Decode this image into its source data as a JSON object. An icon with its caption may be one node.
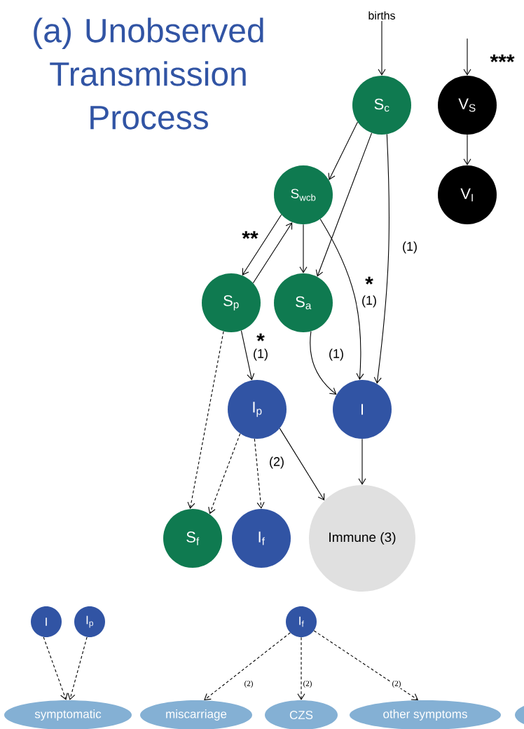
{
  "diagram": {
    "title": "(a) Unobserved Transmission Process",
    "nodes": [
      {
        "text": [
          "births"
        ]
      },
      {
        "text": [
          "S$_{c}$"
        ]
      },
      {
        "text": [
          "V$_{S}$"
        ],
        "beside": [
          "***"
        ]
      },
      {
        "text": [
          "V$_{I}$"
        ]
      },
      {
        "text": [
          "S$_{wcb}$"
        ]
      },
      {
        "text": [
          "S$_{p}$"
        ]
      },
      {
        "text": [
          "S$_{a}$"
        ]
      },
      {
        "text": [
          "I$_{p}$"
        ]
      },
      {
        "text": [
          "I"
        ]
      },
      {
        "text": [
          "S$_{f}$"
        ]
      },
      {
        "text": [
          "I$_{f}$"
        ]
      },
      {
        "text": [
          "Immune (3)"
        ]
      },
      {
        "text": [
          "I"
        ]
      },
      {
        "text": [
          "I$_{p}$"
        ]
      },
      {
        "text": [
          "I$_{f}$"
        ]
      },
      {
        "text": [
          "symptomatic"
        ]
      },
      {
        "text": [
          "miscarriage"
        ]
      },
      {
        "text": [
          "CZS"
        ]
      },
      {
        "text": [
          "other symptoms"
        ]
      },
      {
        "text": [],
        "shape": "ellipse"
      }
    ],
    "edges": [
      {
        "from": 0,
        "to": 1,
        "arrow": "to"
      },
      {
        "from": null,
        "to": 2,
        "arrow": "to"
      },
      {
        "from": 2,
        "to": 3,
        "arrow": "to"
      },
      {
        "from": 1,
        "to": 4,
        "arrow": "to"
      },
      {
        "from": 1,
        "to": 6,
        "arrow": "to"
      },
      {
        "from": 1,
        "to": 8,
        "arrow": "to",
        "label": "(1)"
      },
      {
        "from": 4,
        "to": 5,
        "arrow": "to"
      },
      {
        "from": 5,
        "to": 4,
        "arrow": "to"
      },
      {
        "from": 4,
        "to": 6,
        "arrow": "to"
      },
      {
        "from": 4,
        "to": 8,
        "arrow": "to",
        "label": "(1)"
      },
      {
        "from": 5,
        "to": 7,
        "arrow": "to",
        "label": "(1)"
      },
      {
        "from": 6,
        "to": 8,
        "arrow": "to",
        "label": "(1)"
      },
      {
        "from": 5,
        "to": 9,
        "arrow": "to",
        "style": "dashed"
      },
      {
        "from": 7,
        "to": 9,
        "arrow": "to",
        "style": "dashed"
      },
      {
        "from": 7,
        "to": 10,
        "arrow": "to",
        "style": "dashed",
        "label": "(2)"
      },
      {
        "from": 7,
        "to": 11,
        "arrow": "to"
      },
      {
        "from": 8,
        "to": 11,
        "arrow": "to"
      },
      {
        "from": 12,
        "to": 15,
        "arrow": "to",
        "style": "dashed"
      },
      {
        "from": 13,
        "to": 15,
        "arrow": "to",
        "style": "dashed"
      },
      {
        "from": 14,
        "to": 16,
        "arrow": "to",
        "style": "dashed",
        "label": "(2)"
      },
      {
        "from": 14,
        "to": 17,
        "arrow": "to",
        "style": "dashed",
        "label": "(2)"
      },
      {
        "from": 14,
        "to": 18,
        "arrow": "to",
        "style": "dashed",
        "label": "(2)"
      }
    ],
    "labels": [
      "**",
      "*",
      "*"
    ]
  }
}
